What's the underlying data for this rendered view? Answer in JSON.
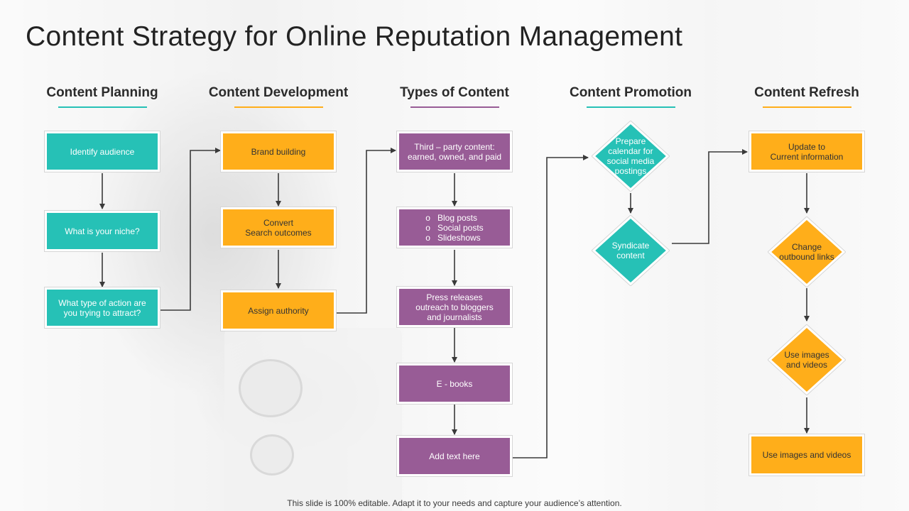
{
  "title": "Content Strategy for Online Reputation Management",
  "colors": {
    "teal": "#26c1b6",
    "orange": "#ffae1a",
    "purple": "#985c96",
    "arrow": "#3a3a3a"
  },
  "columns": [
    {
      "heading": "Content Planning",
      "steps": [
        "Identify audience",
        "What is your niche?",
        "What type of action are\nyou trying to attract?"
      ]
    },
    {
      "heading": "Content Development",
      "steps": [
        "Brand building",
        "Convert\nSearch outcomes",
        "Assign authority"
      ]
    },
    {
      "heading": "Types of Content",
      "steps": [
        "Third – party content:\nearned, owned, and paid",
        {
          "bullet": "o",
          "items": [
            "Blog posts",
            "Social posts",
            "Slideshows"
          ]
        },
        "Press releases\noutreach to bloggers\nand journalists",
        "E - books",
        "Add text here"
      ]
    },
    {
      "heading": "Content Promotion",
      "steps": [
        "Prepare\ncalendar for\nsocial media\npostings",
        "Syndicate\ncontent"
      ]
    },
    {
      "heading": "Content Refresh",
      "steps": [
        "Update to\nCurrent information",
        "Change\noutbound links",
        "Use images\nand videos",
        "Use images and videos"
      ]
    }
  ],
  "footer": "This slide is 100% editable. Adapt it to your needs and capture your audience’s attention."
}
